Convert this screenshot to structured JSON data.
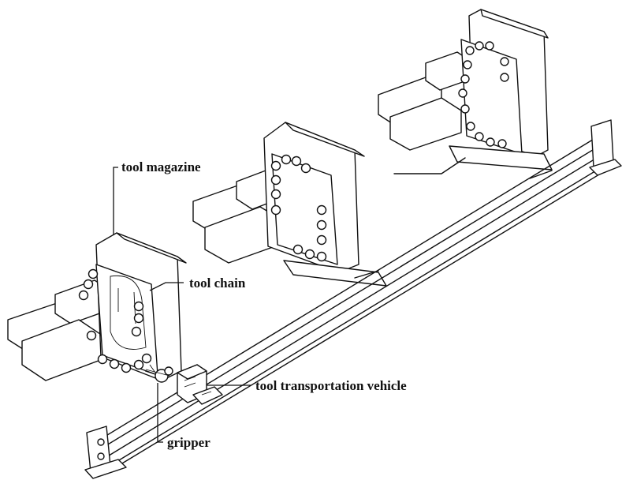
{
  "labels": {
    "tool_magazine": "tool magazine",
    "tool_chain": "tool chain",
    "tool_transportation_vehicle": "tool transportation vehicle",
    "gripper": "gripper"
  }
}
